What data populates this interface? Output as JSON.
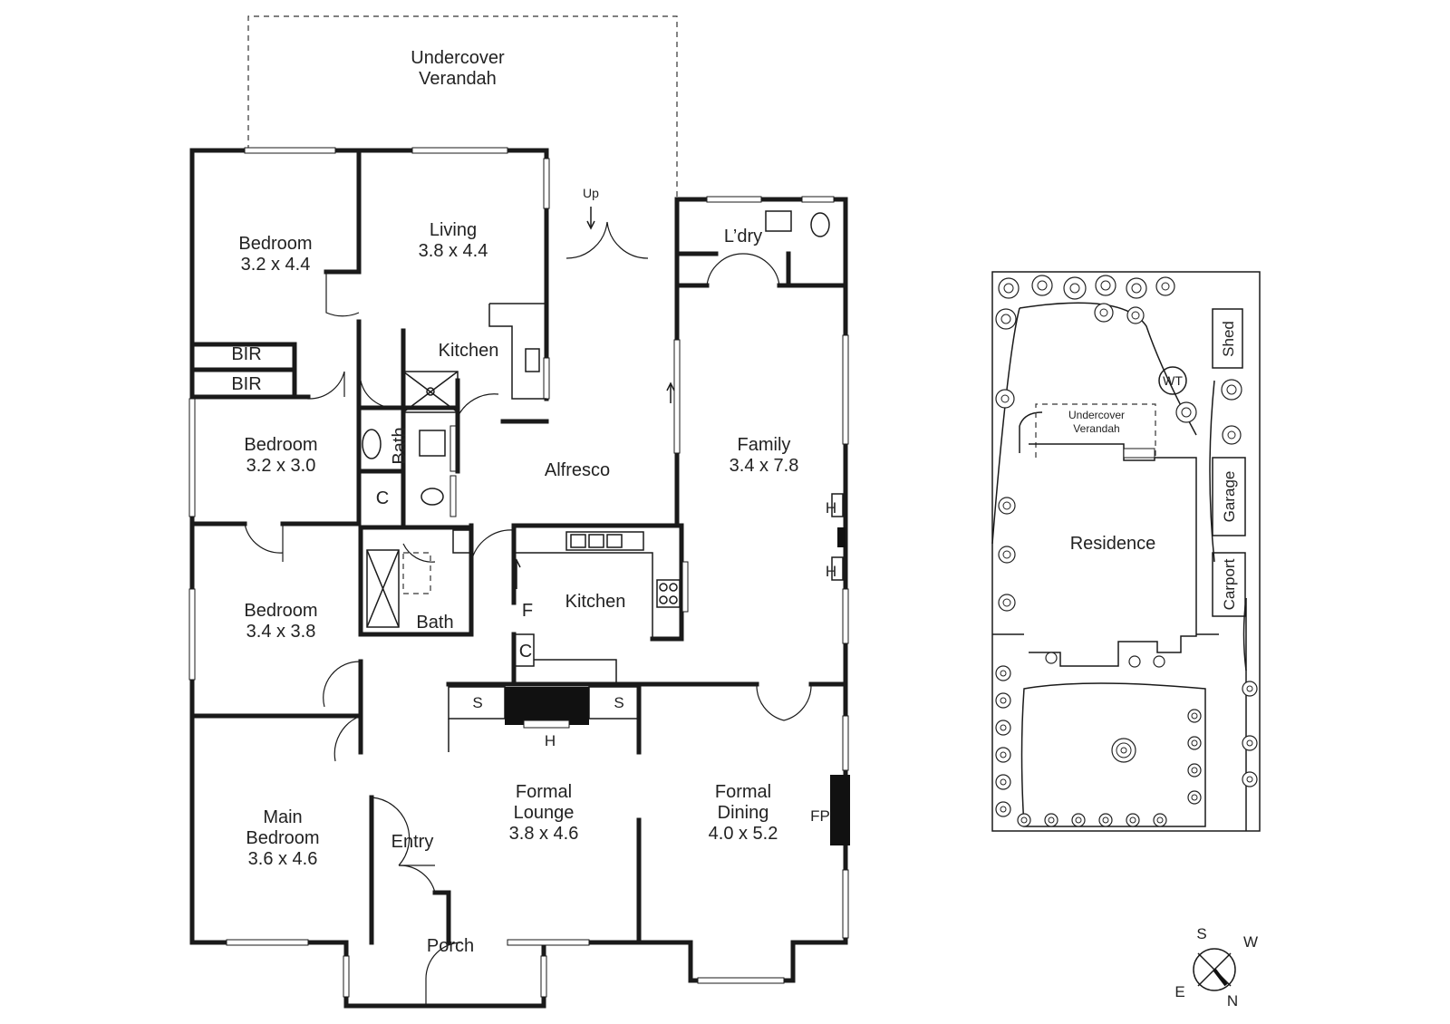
{
  "floorplan": {
    "rooms": {
      "verandah": {
        "name": "Undercover",
        "name2": "Verandah"
      },
      "bedroom1": {
        "name": "Bedroom",
        "size": "3.2 x 4.4"
      },
      "living": {
        "name": "Living",
        "size": "3.8 x 4.4"
      },
      "kitchen_rear": {
        "name": "Kitchen"
      },
      "bir1": {
        "name": "BIR"
      },
      "bir2": {
        "name": "BIR"
      },
      "bedroom2": {
        "name": "Bedroom",
        "size": "3.2 x 3.0"
      },
      "bath1": {
        "name": "Bath"
      },
      "cupboard1": {
        "name": "C"
      },
      "alfresco": {
        "name": "Alfresco"
      },
      "laundry": {
        "name": "L’dry"
      },
      "family": {
        "name": "Family",
        "size": "3.4 x 7.8"
      },
      "bedroom3": {
        "name": "Bedroom",
        "size": "3.4 x 3.8"
      },
      "bath2": {
        "name": "Bath"
      },
      "kitchen": {
        "name": "Kitchen"
      },
      "fridge": {
        "name": "F"
      },
      "cupboard2": {
        "name": "C"
      },
      "shelf_left": {
        "name": "S"
      },
      "shelf_right": {
        "name": "S"
      },
      "hearth": {
        "name": "H"
      },
      "heater1": {
        "name": "H"
      },
      "heater2": {
        "name": "H"
      },
      "formal_lounge": {
        "name": "Formal",
        "name2": "Lounge",
        "size": "3.8 x 4.6"
      },
      "formal_dining": {
        "name": "Formal",
        "name2": "Dining",
        "size": "4.0 x 5.2"
      },
      "fireplace": {
        "name": "FP"
      },
      "main_bedroom": {
        "name": "Main",
        "name2": "Bedroom",
        "size": "3.6 x 4.6"
      },
      "entry": {
        "name": "Entry"
      },
      "porch": {
        "name": "Porch"
      },
      "stairs": {
        "name": "Up"
      }
    }
  },
  "siteplan": {
    "shed": "Shed",
    "water_tank": "WT",
    "verandah": "Undercover",
    "verandah2": "Verandah",
    "residence": "Residence",
    "garage": "Garage",
    "carport": "Carport"
  },
  "compass": {
    "s": "S",
    "w": "W",
    "e": "E",
    "n": "N"
  }
}
